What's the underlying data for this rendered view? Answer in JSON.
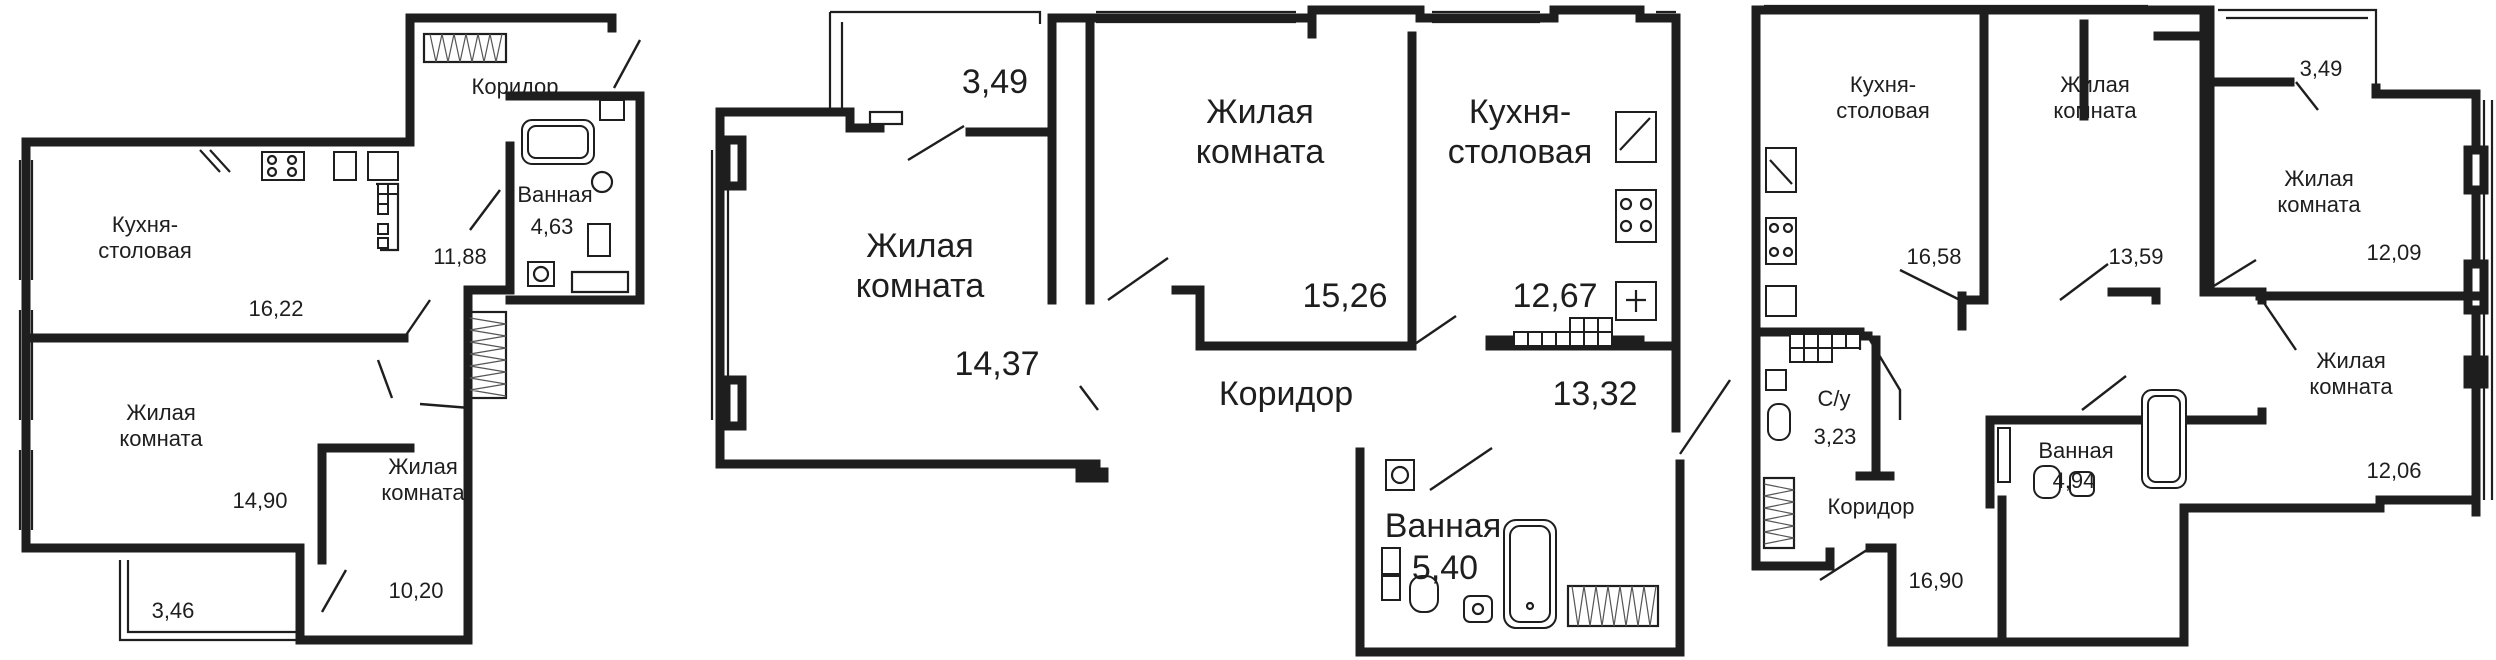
{
  "plan_left": {
    "rooms": {
      "corridor": "Коридор",
      "kitchen": "Кухня-\nстоловая",
      "bath": "Ванная",
      "living1": "Жилая\nкомната",
      "living2": "Жилая\nкомната"
    },
    "areas": {
      "bath": "4,63",
      "corridor": "11,88",
      "kitchen": "16,22",
      "living1": "14,90",
      "living2": "10,20",
      "balcony": "3,46"
    }
  },
  "plan_middle": {
    "rooms": {
      "living1": "Жилая\nкомната",
      "living2": "Жилая\nкомната",
      "kitchen": "Кухня-\nстоловая",
      "corridor": "Коридор",
      "bath": "Ванная"
    },
    "areas": {
      "balcony": "3,49",
      "living2": "15,26",
      "kitchen": "12,67",
      "living1": "14,37",
      "corridor": "13,32",
      "bath": "5,40"
    }
  },
  "plan_right": {
    "rooms": {
      "kitchen": "Кухня-\nстоловая",
      "living1": "Жилая\nкомната",
      "living2": "Жилая\nкомната",
      "living3": "Жилая\nкомната",
      "wc": "С/у",
      "bath": "Ванная",
      "corridor": "Коридор"
    },
    "areas": {
      "balcony": "3,49",
      "kitchen": "16,58",
      "living1": "13,59",
      "living2": "12,09",
      "wc": "3,23",
      "bath": "4,94",
      "living3": "12,06",
      "corridor": "16,90"
    }
  }
}
